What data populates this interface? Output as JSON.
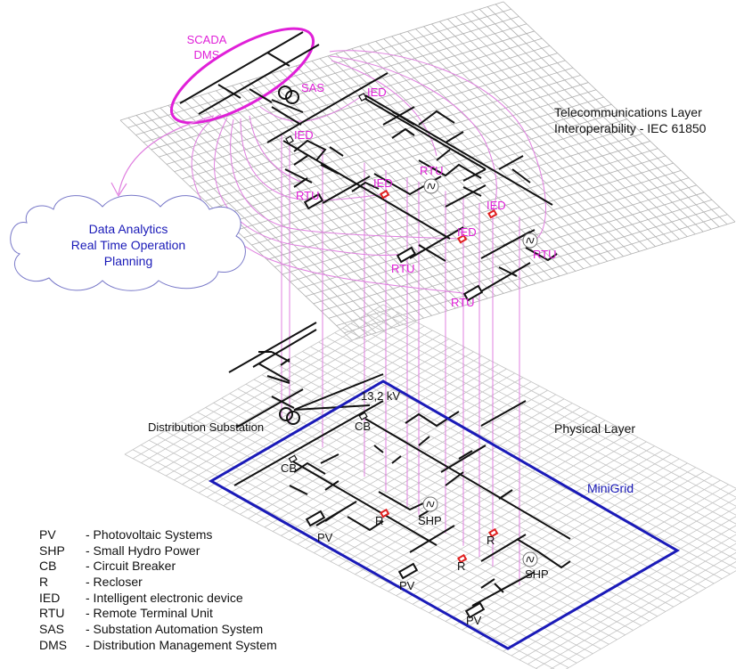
{
  "diagram": {
    "telecom_layer": {
      "title_line1": "Telecommunications Layer",
      "title_line2": "Interoperability - IEC 61850",
      "scada_line1": "SCADA",
      "scada_line2": "DMS",
      "sas": "SAS",
      "ied_labels": [
        "IED",
        "IED",
        "IED",
        "IED",
        "IED"
      ],
      "rtu_labels": [
        "RTU",
        "RTU",
        "RTU",
        "RTU",
        "RTU"
      ]
    },
    "cloud": {
      "line1": "Data Analytics",
      "line2": "Real Time Operation",
      "line3": "Planning"
    },
    "physical_layer": {
      "title": "Physical Layer",
      "substation": "Distribution Substation",
      "voltage": "13,2 kV",
      "minigrid": "MiniGrid",
      "cb_labels": [
        "CB",
        "CB"
      ],
      "r_labels": [
        "R",
        "R",
        "R"
      ],
      "shp_labels": [
        "SHP",
        "SHP"
      ],
      "pv_labels": [
        "PV",
        "PV",
        "PV"
      ]
    },
    "legend": [
      {
        "abbr": "PV",
        "desc": "- Photovoltaic Systems"
      },
      {
        "abbr": "SHP",
        "desc": "- Small Hydro Power"
      },
      {
        "abbr": "CB",
        "desc": "- Circuit Breaker"
      },
      {
        "abbr": "R",
        "desc": "- Recloser"
      },
      {
        "abbr": "IED",
        "desc": "- Intelligent electronic device"
      },
      {
        "abbr": "RTU",
        "desc": "- Remote Terminal Unit"
      },
      {
        "abbr": "SAS",
        "desc": "- Substation Automation System"
      },
      {
        "abbr": "DMS",
        "desc": "- Distribution Management System"
      }
    ],
    "colors": {
      "comm_link": "#e080e0",
      "scada_ellipse": "#e020d8",
      "minigrid_border": "#1a1ab8",
      "recloser": "#e02020",
      "grid": "#b0b0b0",
      "line": "#111111"
    }
  }
}
